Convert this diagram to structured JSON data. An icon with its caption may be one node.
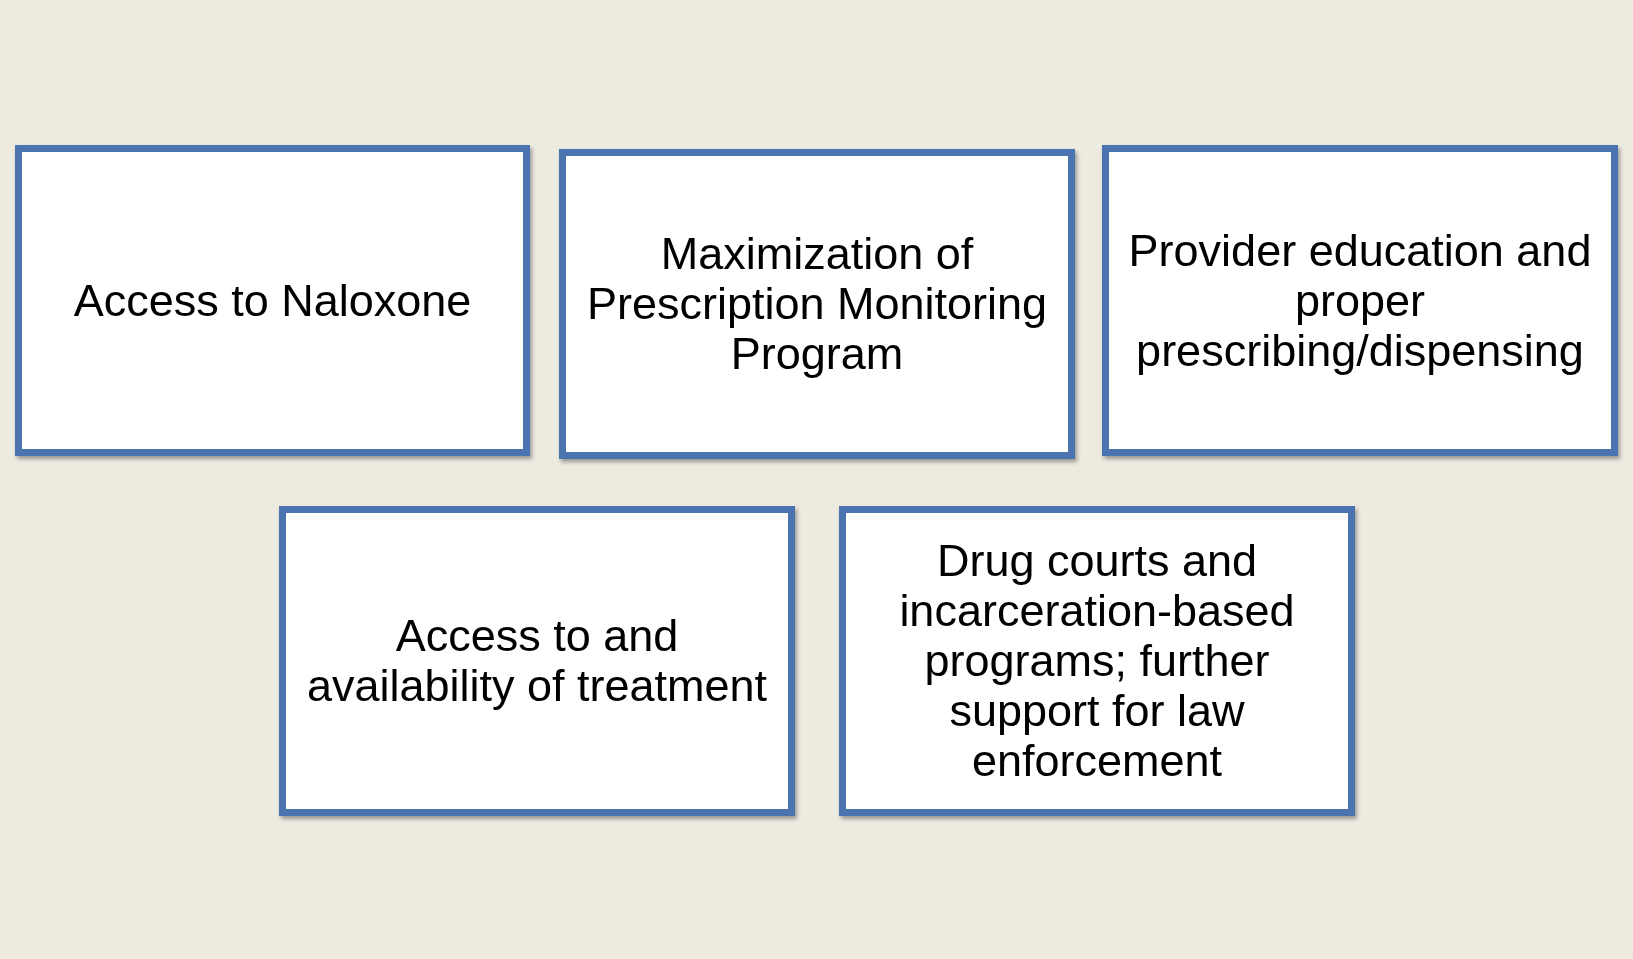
{
  "diagram": {
    "nodes": [
      {
        "text": [
          "Access to Naloxone"
        ]
      },
      {
        "text": [
          "Maximization of Prescription Monitoring Program"
        ]
      },
      {
        "text": [
          "Provider education and proper prescribing/dispensing"
        ]
      },
      {
        "text": [
          "Access to and availability of treatment"
        ]
      },
      {
        "text": [
          "Drug courts and incarceration-based programs; further support for law enforcement"
        ]
      }
    ]
  }
}
